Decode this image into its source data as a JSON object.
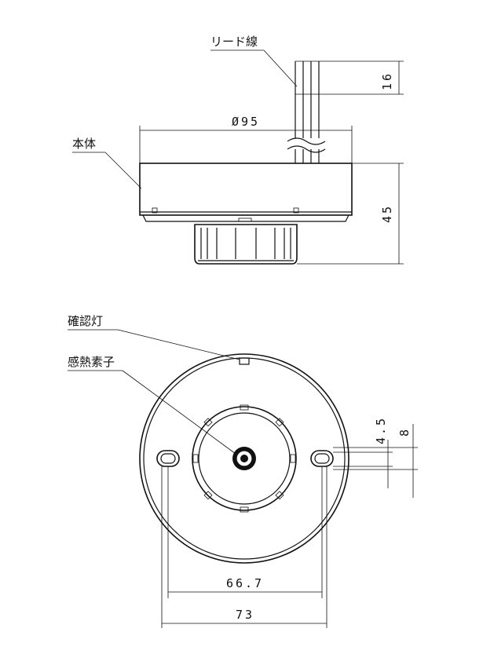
{
  "side_view": {
    "label_lead_wire": "リード線",
    "label_body": "本体",
    "dim_diameter": "Ø95",
    "dim_lead_length": "16",
    "dim_height": "45"
  },
  "bottom_view": {
    "label_indicator": "確認灯",
    "label_sensor": "感熱素子",
    "dim_slot_width": "4.5",
    "dim_slot_length": "8",
    "dim_pitch": "66.7",
    "dim_outer": "73"
  }
}
